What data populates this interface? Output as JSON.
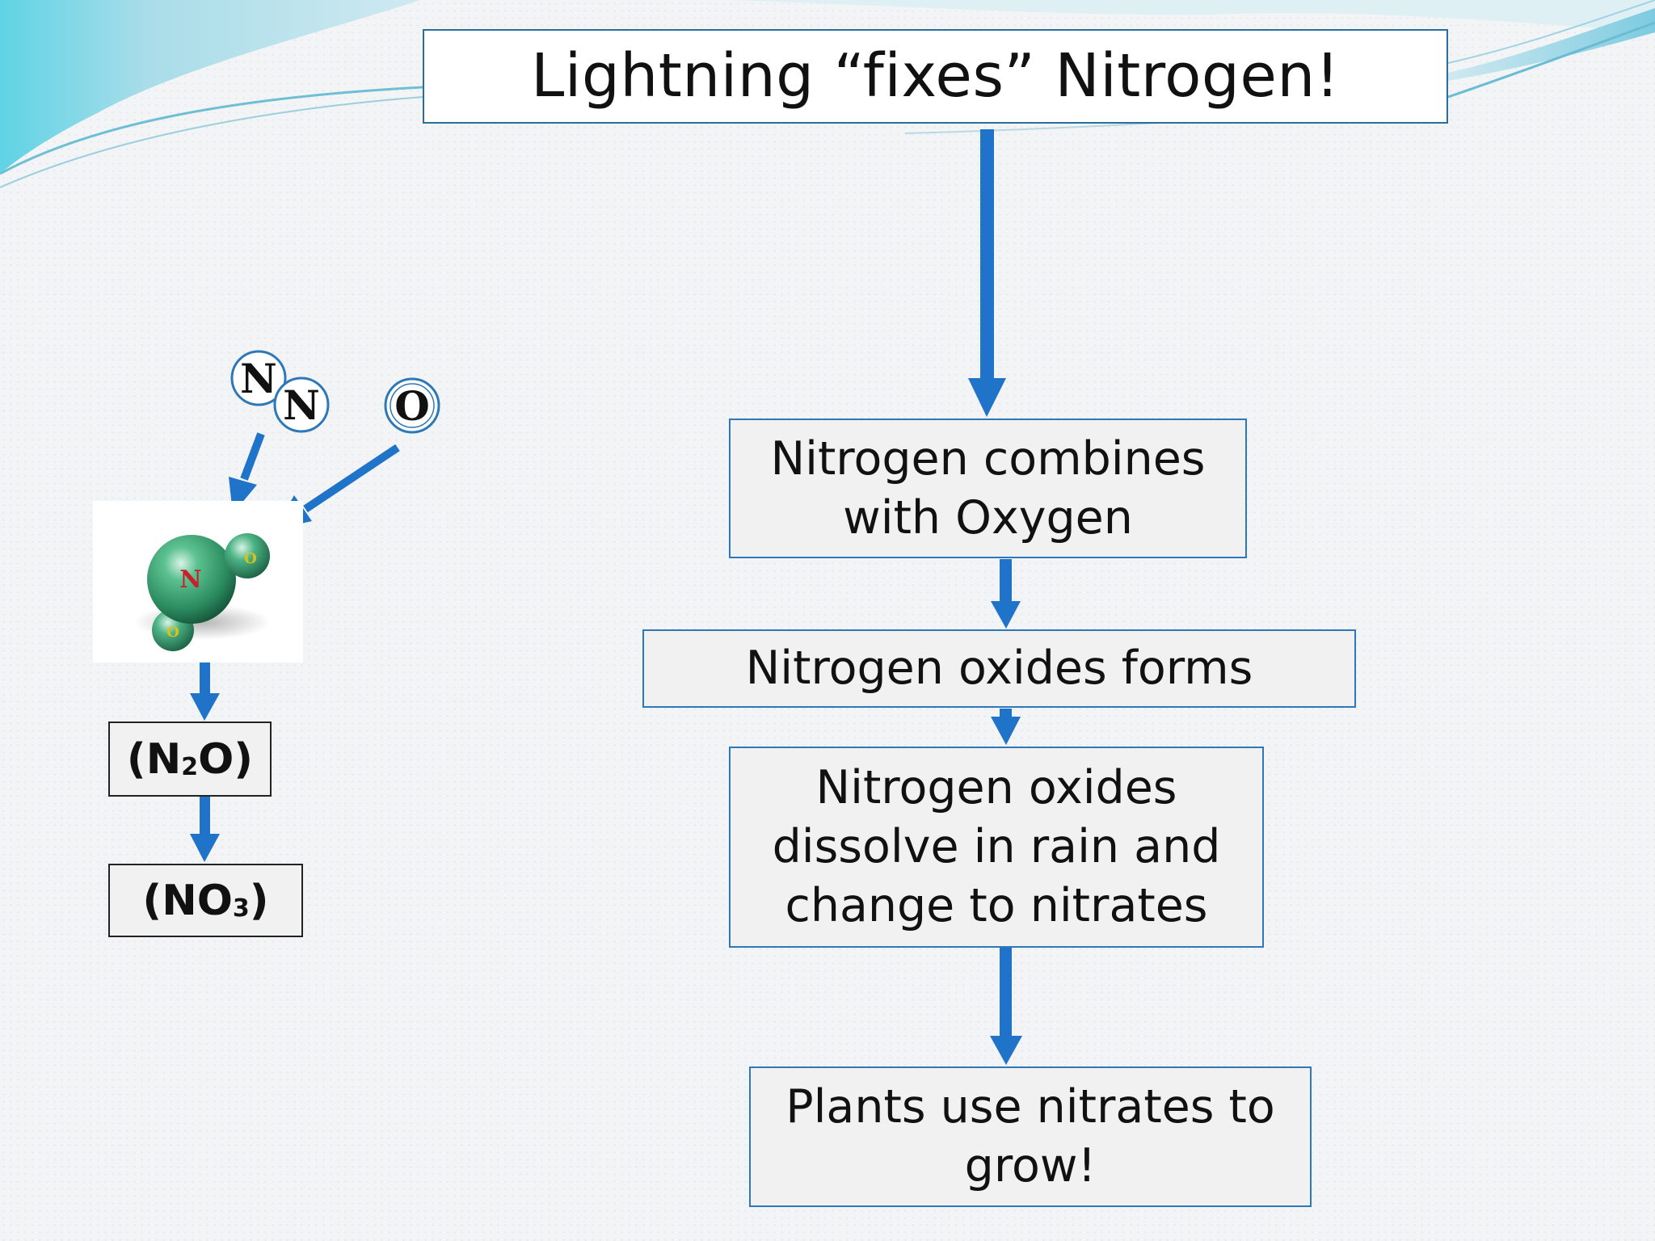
{
  "title": "Lightning “fixes” Nitrogen!",
  "steps": [
    "Nitrogen combines with Oxygen",
    "Nitrogen oxides forms",
    "Nitrogen oxides dissolve in rain and change to nitrates",
    "Plants use nitrates to grow!"
  ],
  "atoms": {
    "n1": "N",
    "n2": "N",
    "o": "O"
  },
  "molecule": {
    "center": "N",
    "side1": "O",
    "side2": "O"
  },
  "formulas": [
    {
      "pre": "(N",
      "sub": "2",
      "post": "O)"
    },
    {
      "pre": "(NO",
      "sub": "3",
      "post": ")"
    }
  ],
  "colors": {
    "arrow": "#1f73c8",
    "box_border": "#2e78b7",
    "molecule": "#2e9a6a"
  }
}
